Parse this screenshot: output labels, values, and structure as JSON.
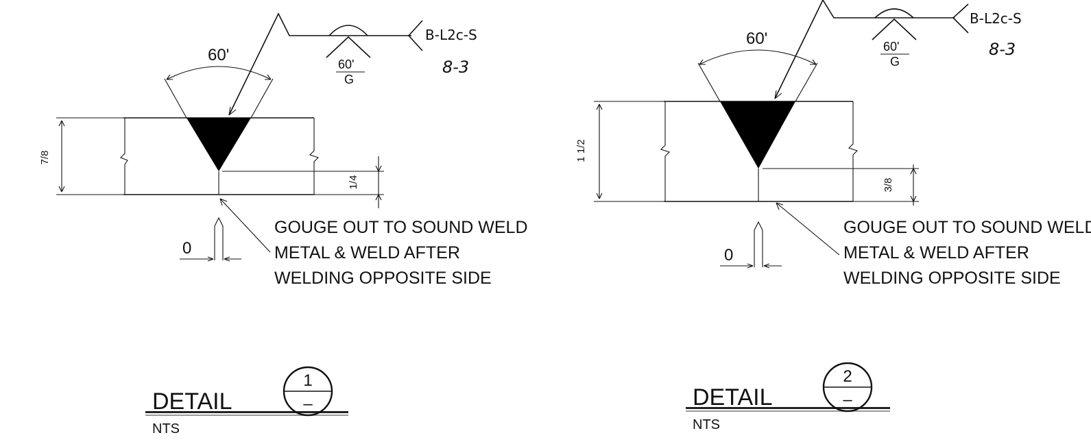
{
  "details": [
    {
      "angle_label": "60'",
      "symbol_angle": "60'",
      "symbol_finish": "G",
      "tail_ref": "B-L2c-S",
      "tail_sub": "8-3",
      "thickness": "7/8",
      "root_depth": "1/4",
      "root_opening": "0",
      "note": [
        "GOUGE OUT TO SOUND WELD",
        "METAL & WELD AFTER",
        "WELDING OPPOSITE SIDE"
      ],
      "title": "DETAIL",
      "scale": "NTS",
      "number": "1",
      "sheet": "–"
    },
    {
      "angle_label": "60'",
      "symbol_angle": "60'",
      "symbol_finish": "G",
      "tail_ref": "B-L2c-S",
      "tail_sub": "8-3",
      "thickness": "1 1/2",
      "root_depth": "3/8",
      "root_opening": "0",
      "note": [
        "GOUGE OUT TO SOUND WELD",
        "METAL & WELD AFTER",
        "WELDING OPPOSITE SIDE"
      ],
      "title": "DETAIL",
      "scale": "NTS",
      "number": "2",
      "sheet": "–"
    }
  ]
}
